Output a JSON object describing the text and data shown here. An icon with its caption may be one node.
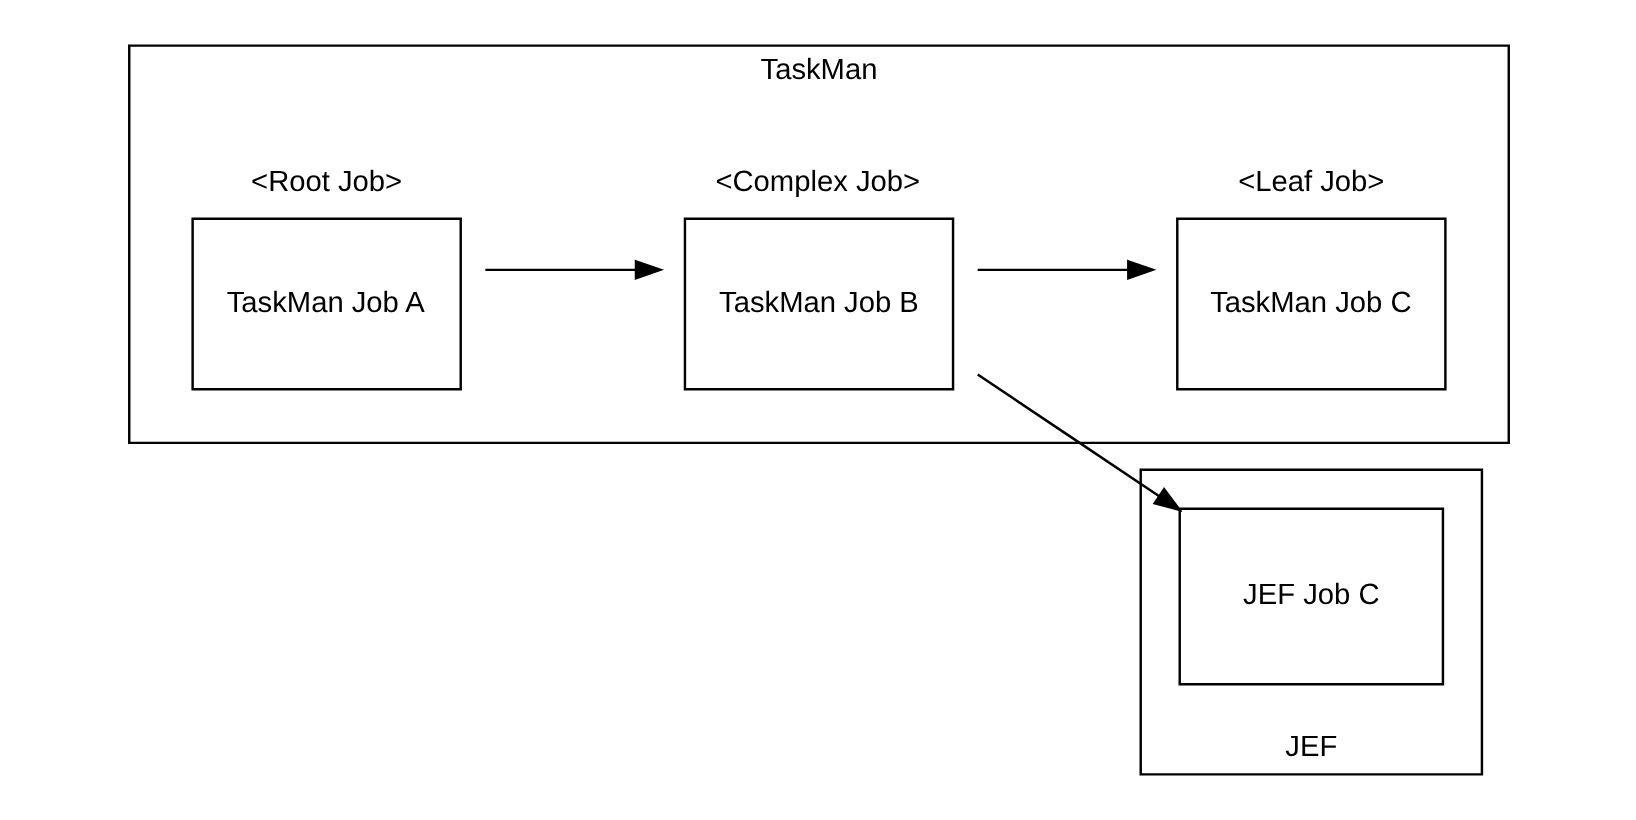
{
  "diagram": {
    "nodes": [
      {
        "text": [
          "TaskMan"
        ]
      },
      {
        "text": [
          "<Root Job>",
          "TaskMan Job A"
        ],
        "in": 0
      },
      {
        "text": [
          "<Complex Job>",
          "TaskMan Job B"
        ],
        "in": 0
      },
      {
        "text": [
          "<Leaf Job>",
          "TaskMan Job C"
        ],
        "in": 0
      },
      {
        "text": [
          "JEF"
        ]
      },
      {
        "text": [
          "JEF Job C"
        ],
        "in": 4
      }
    ],
    "edges": [
      {
        "from": 1,
        "to": 2,
        "arrow": "to"
      },
      {
        "from": 2,
        "to": 3,
        "arrow": "to"
      },
      {
        "from": 2,
        "to": 5,
        "arrow": "to"
      }
    ]
  }
}
